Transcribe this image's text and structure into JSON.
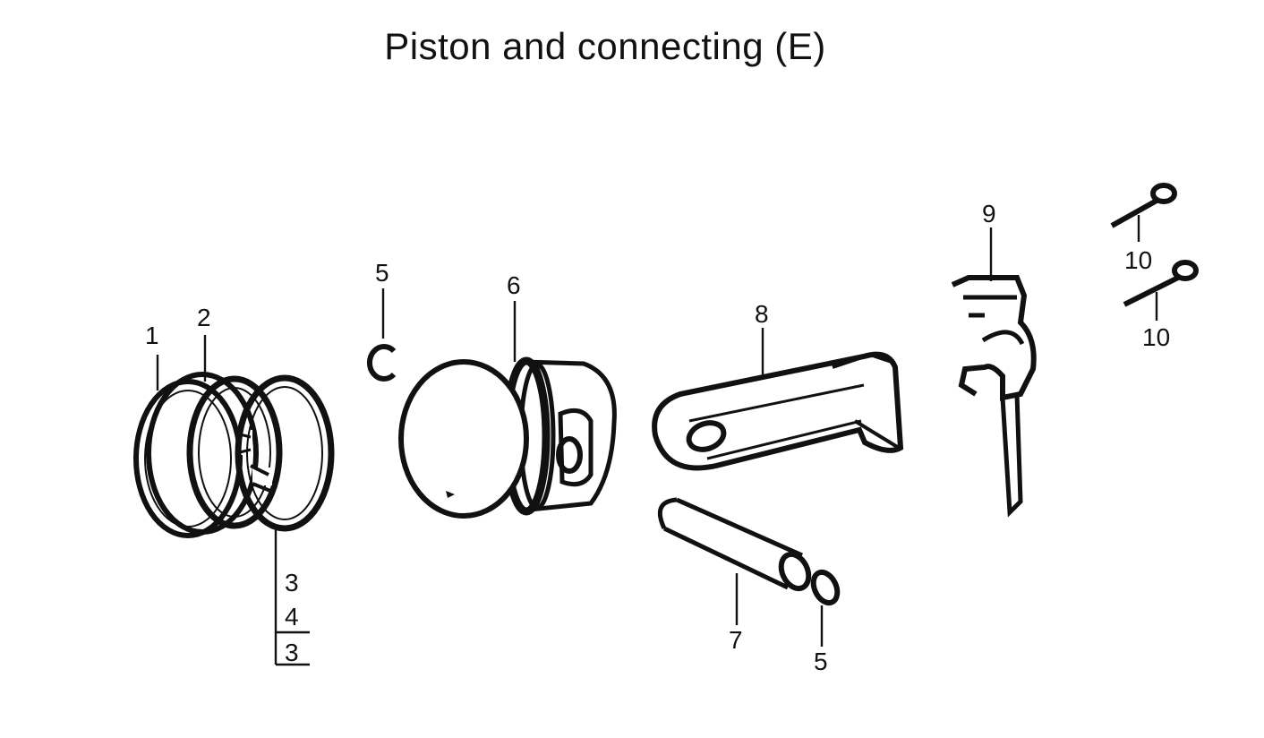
{
  "title": "Piston and connecting (E)",
  "callouts": {
    "c1": "1",
    "c2": "2",
    "c3a": "3",
    "c4": "4",
    "c3b": "3",
    "c5a": "5",
    "c6": "6",
    "c7": "7",
    "c5b": "5",
    "c8": "8",
    "c9": "9",
    "c10a": "10",
    "c10b": "10"
  },
  "parts": {
    "p1": "ring-top",
    "p2": "ring-second",
    "p3": "ring-oil",
    "p5": "circlip",
    "p6": "piston",
    "p7": "piston-pin",
    "p8": "connecting-rod",
    "p9": "rod-cap",
    "p10": "cap-bolt"
  },
  "colors": {
    "ink": "#111111",
    "paper": "#ffffff"
  }
}
